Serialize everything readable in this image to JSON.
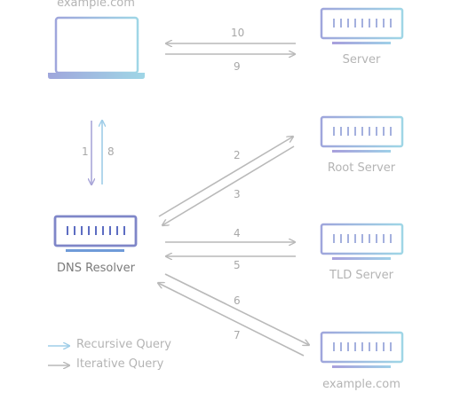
{
  "nodes": {
    "laptop": "example.com",
    "server": "Server",
    "root": "Root Server",
    "resolver": "DNS Resolver",
    "tld": "TLD Server",
    "auth": "example.com"
  },
  "steps": [
    "1",
    "2",
    "3",
    "4",
    "5",
    "6",
    "7",
    "8",
    "9",
    "10"
  ],
  "legend": {
    "recursive": "Recursive Query",
    "iterative": "Iterative Query"
  },
  "colors": {
    "recursive": "#9fcde8",
    "iterative": "#b9b9b9",
    "device": "#8fb0de"
  }
}
